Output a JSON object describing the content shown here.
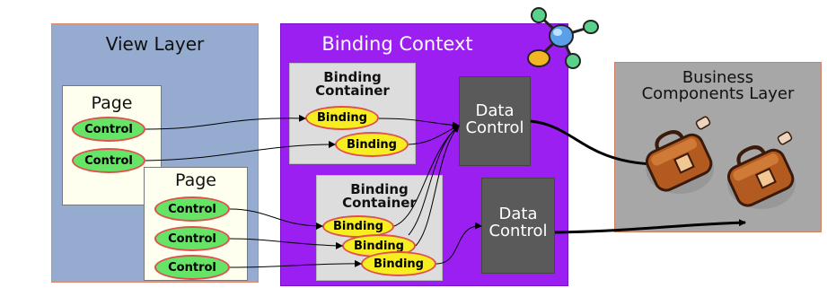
{
  "view_layer": {
    "title": "View Layer",
    "pages": [
      {
        "title": "Page",
        "controls": [
          "Control",
          "Control"
        ]
      },
      {
        "title": "Page",
        "controls": [
          "Control",
          "Control",
          "Control"
        ]
      }
    ]
  },
  "binding_context": {
    "title": "Binding Context",
    "icon": "molecule-icon",
    "containers": [
      {
        "title_line1": "Binding",
        "title_line2": "Container",
        "bindings": [
          "Binding",
          "Binding"
        ]
      },
      {
        "title_line1": "Binding",
        "title_line2": "Container",
        "bindings": [
          "Binding",
          "Binding",
          "Binding"
        ]
      }
    ],
    "data_controls": [
      {
        "line1": "Data",
        "line2": "Control"
      },
      {
        "line1": "Data",
        "line2": "Control"
      }
    ]
  },
  "business_layer": {
    "title_line1": "Business",
    "title_line2": "Components Layer",
    "icon": "briefcase-icon"
  },
  "colors": {
    "view_layer_bg": "#95acd0",
    "binding_context_bg": "#9b1ff0",
    "business_layer_bg": "#a7a7a7",
    "control_fill": "#66e466",
    "binding_fill": "#f6ee20",
    "data_control_fill": "#5a5a5a"
  }
}
